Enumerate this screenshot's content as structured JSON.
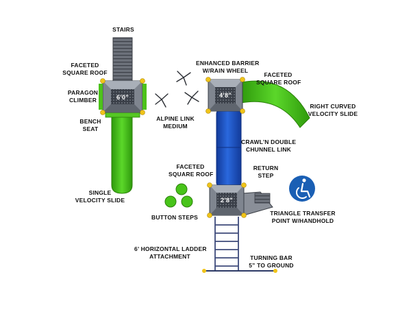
{
  "labels": {
    "stairs": "STAIRS",
    "faceted_roof_left": [
      "FACETED",
      "SQUARE ROOF"
    ],
    "paragon_climber": [
      "PARAGON",
      "CLIMBER"
    ],
    "bench_seat": [
      "BENCH",
      "SEAT"
    ],
    "single_slide": [
      "SINGLE",
      "VELOCITY SLIDE"
    ],
    "alpine_link": [
      "ALPINE LINK",
      "MEDIUM"
    ],
    "enhanced_barrier": [
      "ENHANCED BARRIER",
      "W/RAIN WHEEL"
    ],
    "faceted_roof_top_right": [
      "FACETED",
      "SQUARE ROOF"
    ],
    "curved_slide": [
      "RIGHT CURVED",
      "VELOCITY SLIDE"
    ],
    "crawl_link": [
      "CRAWL’N DOUBLE",
      "CHUNNEL LINK"
    ],
    "faceted_roof_mid": [
      "FACETED",
      "SQUARE ROOF"
    ],
    "return_step": [
      "RETURN",
      "STEP"
    ],
    "button_steps": "BUTTON STEPS",
    "transfer_point": [
      "TRIANGLE TRANSFER",
      "POINT W/HANDHOLD"
    ],
    "ladder": [
      "6’ HORIZONTAL LADDER",
      "ATTACHMENT"
    ],
    "turning_bar": [
      "TURNING BAR",
      "5” TO GROUND"
    ]
  },
  "deck_heights": {
    "left_deck": "6’0”",
    "top_right_deck": "4’8”",
    "bottom_right_deck": "2’8”"
  },
  "colors": {
    "green": "#4cc21a",
    "green_dark": "#2f8f0c",
    "blue": "#1e56c8",
    "blue_dark": "#12358a",
    "gray": "#8a8f98",
    "gray_dark": "#4b4f57",
    "yellow": "#f0c419",
    "access_blue": "#1a5fb4"
  },
  "icons": {
    "accessibility": "wheelchair-accessibility-icon"
  }
}
